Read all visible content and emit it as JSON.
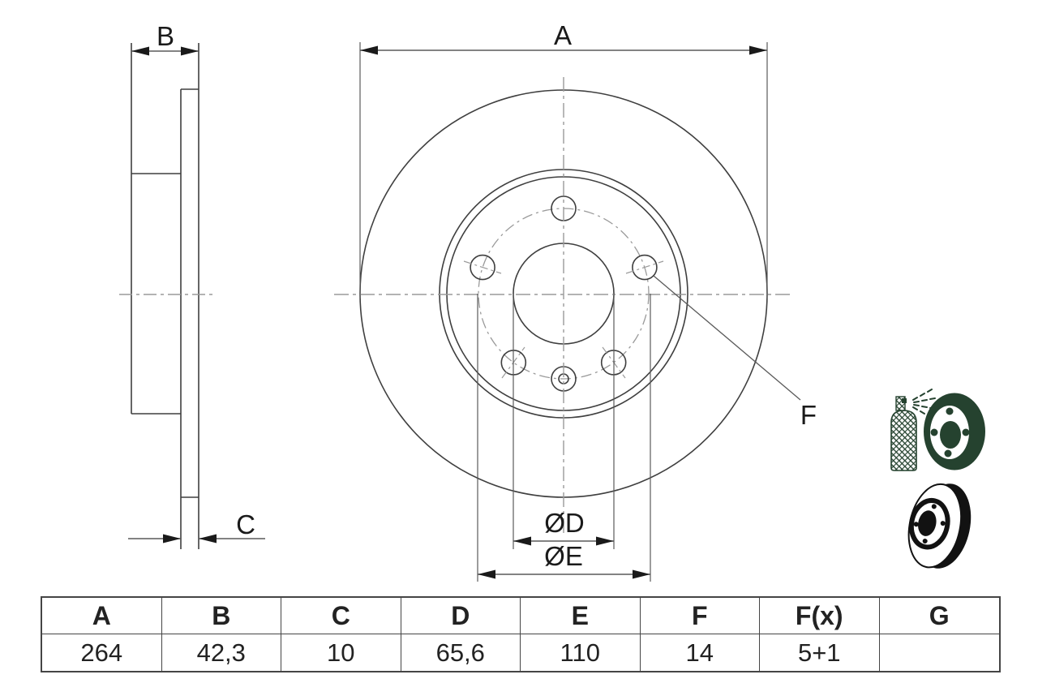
{
  "drawing": {
    "type": "brake-disc technical drawing",
    "dimension_labels": {
      "a": "A",
      "b": "B",
      "c": "C",
      "f": "F",
      "d_d": "ØD",
      "d_e": "ØE"
    },
    "colors": {
      "outline": "#3f3f3f",
      "dimension_line": "#5a5a5a",
      "centerline": "#9a9a9a",
      "label_text": "#1a1a1a",
      "table_border": "#454545",
      "icon_green": "#25422f",
      "icon_black": "#121212"
    }
  },
  "table": {
    "headers": [
      "A",
      "B",
      "C",
      "D",
      "E",
      "F",
      "F(x)",
      "G"
    ],
    "values": [
      "264",
      "42,3",
      "10",
      "65,6",
      "110",
      "14",
      "5+1",
      ""
    ]
  },
  "icons": {
    "spray": "spray-coated-disc-icon",
    "disc": "brake-disc-perspective-icon"
  }
}
